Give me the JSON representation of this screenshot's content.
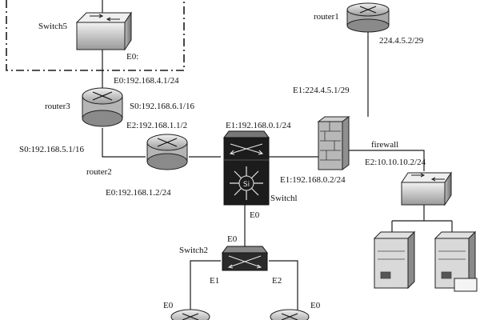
{
  "devices": {
    "router1": {
      "name": "router1"
    },
    "router2": {
      "name": "router2"
    },
    "router3": {
      "name": "router3"
    },
    "switch1": {
      "name": "Switchl"
    },
    "switch2": {
      "name": "Switch2"
    },
    "switch5": {
      "name": "Switch5"
    },
    "firewall": {
      "name": "firewall"
    }
  },
  "interfaces": {
    "router1_e0": "224.4.5.2/29",
    "firewall_e1_wan": "E1:224.4.5.1/29",
    "firewall_e1_lan": "E1:192.168.0.2/24",
    "firewall_e2": "E2:10.10.10.2/24",
    "switch1_e1": "E1:192.168.0.1/24",
    "switch1_e0": "E0",
    "switch2_e0": "E0",
    "switch2_e1": "E1",
    "switch2_e2": "E2",
    "router2_e2": "E2:192.168.1.1/2",
    "router2_e0": "E0:192.168.1.2/24",
    "router2_s0": "S0:192.168.5.1/16",
    "router3_e0": "E0:192.168.4.1/24",
    "router3_s0": "S0:192.168.6.1/16",
    "switch5_e0": "E0:",
    "bottom_left_e0": "E0",
    "bottom_right_e0": "E0"
  },
  "icons": {
    "router": "router-icon",
    "switch": "switch-icon",
    "multilayer_switch": "multilayer-switch-icon",
    "firewall": "firewall-icon",
    "server": "server-icon"
  },
  "colors": {
    "line": "#1a1a1a",
    "device_fill": "#d9d9d9",
    "device_dark": "#1c1c1c"
  }
}
